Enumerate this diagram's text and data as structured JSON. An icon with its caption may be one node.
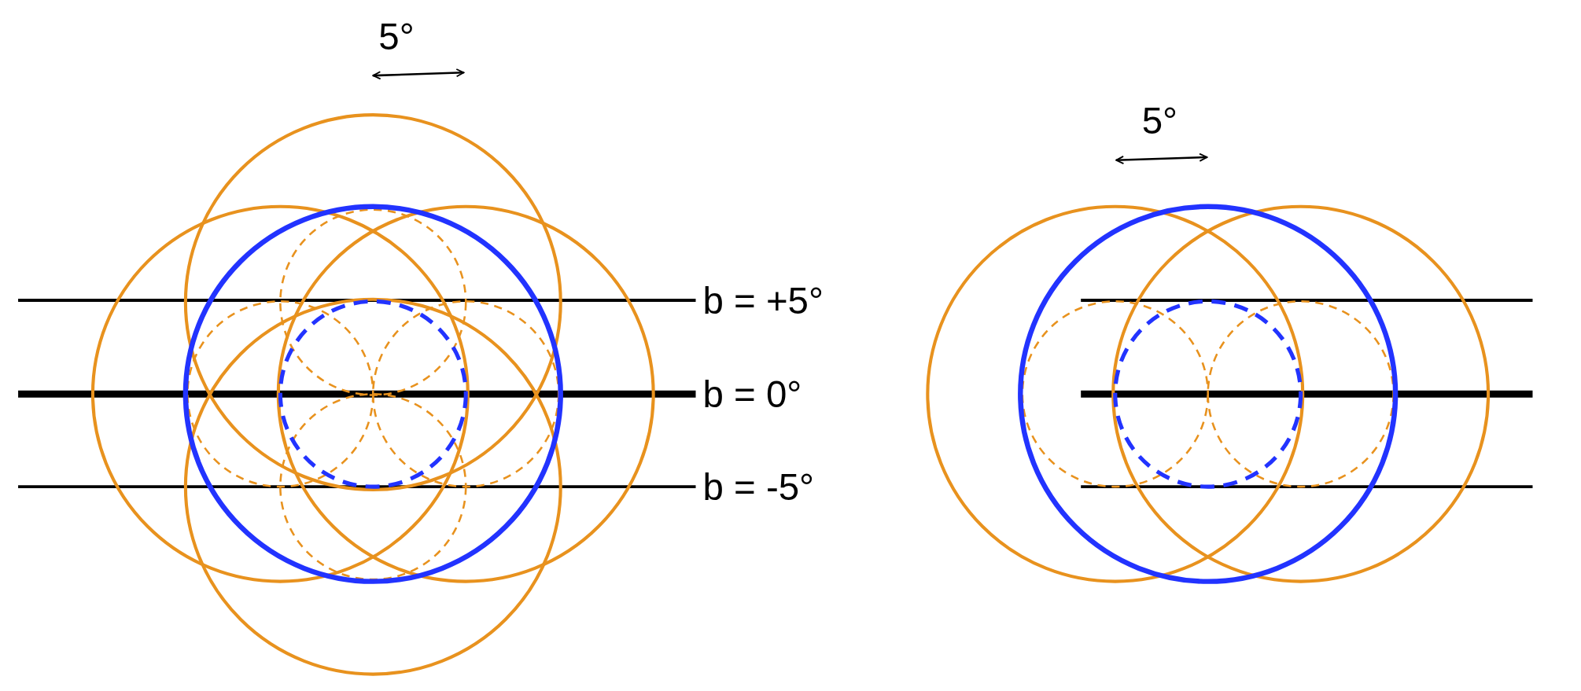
{
  "diagram": {
    "labels": [
      "5°",
      "5°",
      "b = +5°",
      "b = 0°",
      "b = -5°"
    ]
  }
}
